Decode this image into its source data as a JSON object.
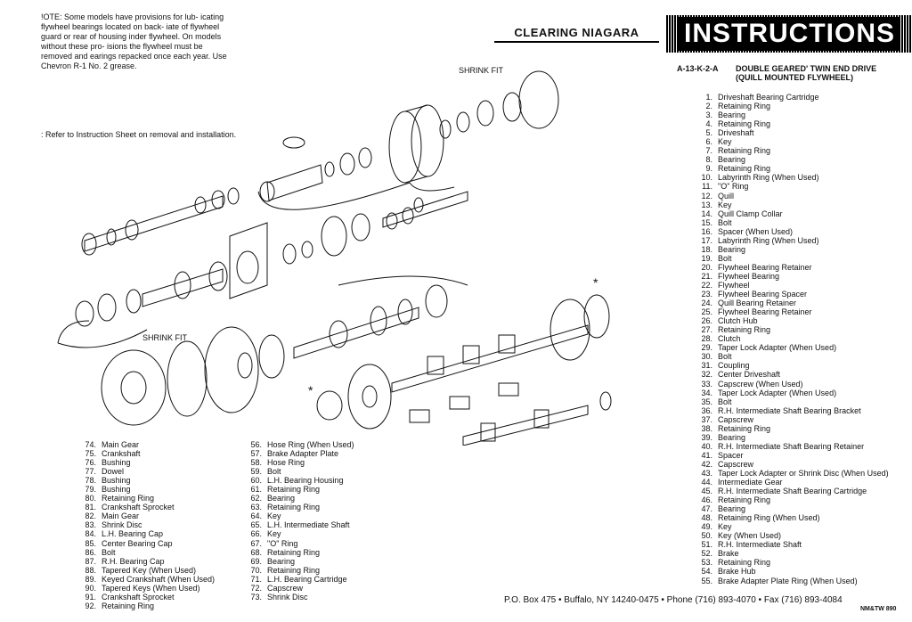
{
  "note": "!OTE: Some models have provisions for lub- icating flywheel bearings located on back- iate of flywheel guard or rear of housing inder flywheel. On models without these pro- isions the flywheel must be removed and earings repacked once each year. Use Chevron R-1 No. 2 grease.",
  "refer": ": Refer to Instruction Sheet on removal and installation.",
  "brand": {
    "logo": "CLEARING NIAGARA",
    "title": "INSTRUCTIONS"
  },
  "model": {
    "code": "A-13-K-2-A",
    "desc1": "DOUBLE GEARED' TWIN END DRIVE",
    "desc2": "(QUILL MOUNTED FLYWHEEL)"
  },
  "diagram_labels": {
    "shrink_fit_top": "SHRINK FIT",
    "shrink_fit_bottom": "SHRINK FIT",
    "asterisk": "*"
  },
  "parts_right": [
    {
      "n": "1.",
      "t": "Driveshaft Bearing Cartridge"
    },
    {
      "n": "2.",
      "t": "Retaining Ring"
    },
    {
      "n": "3.",
      "t": "Bearing"
    },
    {
      "n": "4.",
      "t": "Retaining Ring"
    },
    {
      "n": "5.",
      "t": "Driveshaft"
    },
    {
      "n": "6.",
      "t": "Key"
    },
    {
      "n": "7.",
      "t": "Retaining Ring"
    },
    {
      "n": "8.",
      "t": "Bearing"
    },
    {
      "n": "9.",
      "t": "Retaining Ring"
    },
    {
      "n": "10.",
      "t": "Labyrinth Ring (When Used)"
    },
    {
      "n": "11.",
      "t": "\"O\" Ring"
    },
    {
      "n": "12.",
      "t": "Quill"
    },
    {
      "n": "13.",
      "t": "Key"
    },
    {
      "n": "14.",
      "t": "Quill Clamp Collar"
    },
    {
      "n": "15.",
      "t": "Bolt"
    },
    {
      "n": "16.",
      "t": "Spacer (When Used)"
    },
    {
      "n": "17.",
      "t": "Labyrinth Ring (When Used)"
    },
    {
      "n": "18.",
      "t": "Bearing"
    },
    {
      "n": "19.",
      "t": "Bolt"
    },
    {
      "n": "20.",
      "t": "Flywheel Bearing Retainer"
    },
    {
      "n": "21.",
      "t": "Flywheel Bearing"
    },
    {
      "n": "22.",
      "t": "Flywheel"
    },
    {
      "n": "23.",
      "t": "Flywheel Bearing Spacer"
    },
    {
      "n": "24.",
      "t": "Quill Bearing Retainer"
    },
    {
      "n": "25.",
      "t": "Flywheel Bearing Retainer"
    },
    {
      "n": "26.",
      "t": "Clutch Hub"
    },
    {
      "n": "27.",
      "t": "Retaining Ring"
    },
    {
      "n": "28.",
      "t": "Clutch"
    },
    {
      "n": "29.",
      "t": "Taper Lock Adapter (When Used)"
    },
    {
      "n": "30.",
      "t": "Bolt"
    },
    {
      "n": "31.",
      "t": "Coupling"
    },
    {
      "n": "32.",
      "t": "Center Driveshaft"
    },
    {
      "n": "33.",
      "t": "Capscrew (When Used)"
    },
    {
      "n": "34.",
      "t": "Taper Lock Adapter (When Used)"
    },
    {
      "n": "35.",
      "t": "Bolt"
    },
    {
      "n": "36.",
      "t": "R.H. Intermediate Shaft Bearing Bracket"
    },
    {
      "n": "37.",
      "t": "Capscrew"
    },
    {
      "n": "38.",
      "t": "Retaining Ring"
    },
    {
      "n": "39.",
      "t": "Bearing"
    },
    {
      "n": "40.",
      "t": "R.H. Intermediate Shaft Bearing Retainer"
    },
    {
      "n": "41.",
      "t": "Spacer"
    },
    {
      "n": "42.",
      "t": "Capscrew"
    },
    {
      "n": "43.",
      "t": "Taper Lock Adapter or Shrink Disc (When Used)"
    },
    {
      "n": "44.",
      "t": "Intermediate Gear"
    },
    {
      "n": "45.",
      "t": "R.H. Intermediate Shaft Bearing Cartridge"
    },
    {
      "n": "46.",
      "t": "Retaining Ring"
    },
    {
      "n": "47.",
      "t": "Bearing"
    },
    {
      "n": "48.",
      "t": "Retaining Ring (When Used)"
    },
    {
      "n": "49.",
      "t": "Key"
    },
    {
      "n": "50.",
      "t": "Key (When Used)"
    },
    {
      "n": "51.",
      "t": "R.H. Intermediate Shaft"
    },
    {
      "n": "52.",
      "t": "Brake"
    },
    {
      "n": "53.",
      "t": "Retaining Ring"
    },
    {
      "n": "54.",
      "t": "Brake Hub"
    },
    {
      "n": "55.",
      "t": "Brake Adapter Plate Ring (When Used)"
    }
  ],
  "parts_left": [
    {
      "n": "74.",
      "t": "Main Gear"
    },
    {
      "n": "75.",
      "t": "Crankshaft"
    },
    {
      "n": "76.",
      "t": "Bushing"
    },
    {
      "n": "77.",
      "t": "Dowel"
    },
    {
      "n": "78.",
      "t": "Bushing"
    },
    {
      "n": "79.",
      "t": "Bushing"
    },
    {
      "n": "80.",
      "t": "Retaining Ring"
    },
    {
      "n": "81.",
      "t": "Crankshaft Sprocket"
    },
    {
      "n": "82.",
      "t": "Main Gear"
    },
    {
      "n": "83.",
      "t": "Shrink Disc"
    },
    {
      "n": "84.",
      "t": "L.H. Bearing Cap"
    },
    {
      "n": "85.",
      "t": "Center Bearing Cap"
    },
    {
      "n": "86.",
      "t": "Bolt"
    },
    {
      "n": "87.",
      "t": "R.H. Bearing Cap"
    },
    {
      "n": "88.",
      "t": "Tapered Key (When Used)"
    },
    {
      "n": "89.",
      "t": "Keyed Crankshaft (When Used)"
    },
    {
      "n": "90.",
      "t": "Tapered Keys (When Used)"
    },
    {
      "n": "91.",
      "t": "Crankshaft Sprocket"
    },
    {
      "n": "92.",
      "t": "Retaining Ring"
    }
  ],
  "parts_mid": [
    {
      "n": "56.",
      "t": "Hose Ring (When Used)"
    },
    {
      "n": "57.",
      "t": "Brake Adapter Plate"
    },
    {
      "n": "58.",
      "t": "Hose Ring"
    },
    {
      "n": "59.",
      "t": "Bolt"
    },
    {
      "n": "60.",
      "t": "L.H. Bearing Housing"
    },
    {
      "n": "61.",
      "t": "Retaining Ring"
    },
    {
      "n": "62.",
      "t": "Bearing"
    },
    {
      "n": "63.",
      "t": "Retaining Ring"
    },
    {
      "n": "64.",
      "t": "Key"
    },
    {
      "n": "65.",
      "t": "L.H. Intermediate Shaft"
    },
    {
      "n": "66.",
      "t": "Key"
    },
    {
      "n": "67.",
      "t": "\"O\" Ring"
    },
    {
      "n": "68.",
      "t": "Retaining Ring"
    },
    {
      "n": "69.",
      "t": "Bearing"
    },
    {
      "n": "70.",
      "t": "Retaining Ring"
    },
    {
      "n": "71.",
      "t": "L.H. Bearing Cartridge"
    },
    {
      "n": "72.",
      "t": "Capscrew"
    },
    {
      "n": "73.",
      "t": "Shrink Disc"
    }
  ],
  "footer": "P.O. Box 475 • Buffalo, NY 14240-0475 • Phone (716) 893-4070 • Fax (716) 893-4084",
  "doc_code": "NM&TW 890"
}
